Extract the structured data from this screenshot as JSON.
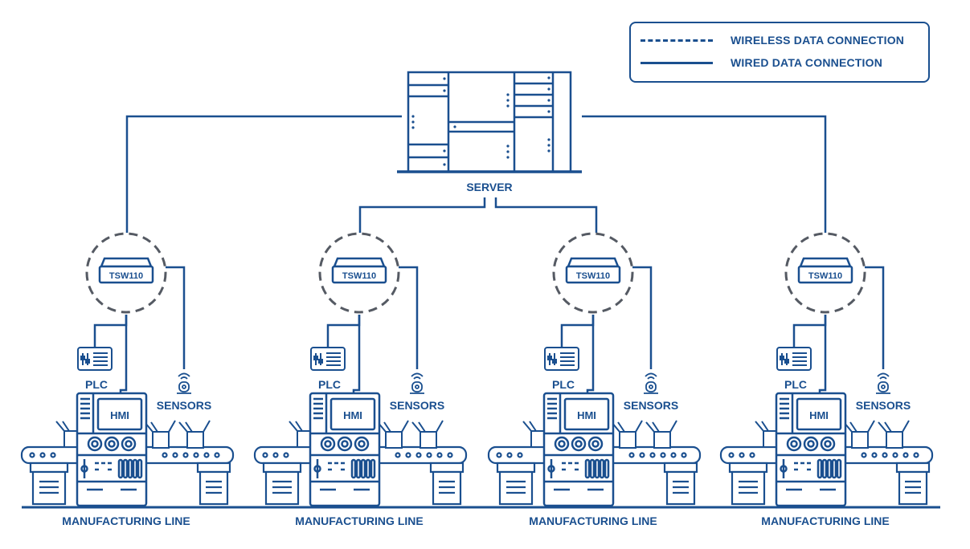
{
  "legend": {
    "wireless": "WIRELESS DATA CONNECTION",
    "wired": "WIRED DATA CONNECTION"
  },
  "server": {
    "label": "SERVER"
  },
  "lines": [
    {
      "switch": "TSW110",
      "plc": "PLC",
      "hmi": "HMI",
      "sensors": "SENSORS",
      "title": "MANUFACTURING LINE"
    },
    {
      "switch": "TSW110",
      "plc": "PLC",
      "hmi": "HMI",
      "sensors": "SENSORS",
      "title": "MANUFACTURING LINE"
    },
    {
      "switch": "TSW110",
      "plc": "PLC",
      "hmi": "HMI",
      "sensors": "SENSORS",
      "title": "MANUFACTURING LINE"
    },
    {
      "switch": "TSW110",
      "plc": "PLC",
      "hmi": "HMI",
      "sensors": "SENSORS",
      "title": "MANUFACTURING LINE"
    }
  ],
  "colors": {
    "primary": "#1a4f8f",
    "dashed_circle": "#555a63",
    "background": "#ffffff"
  }
}
